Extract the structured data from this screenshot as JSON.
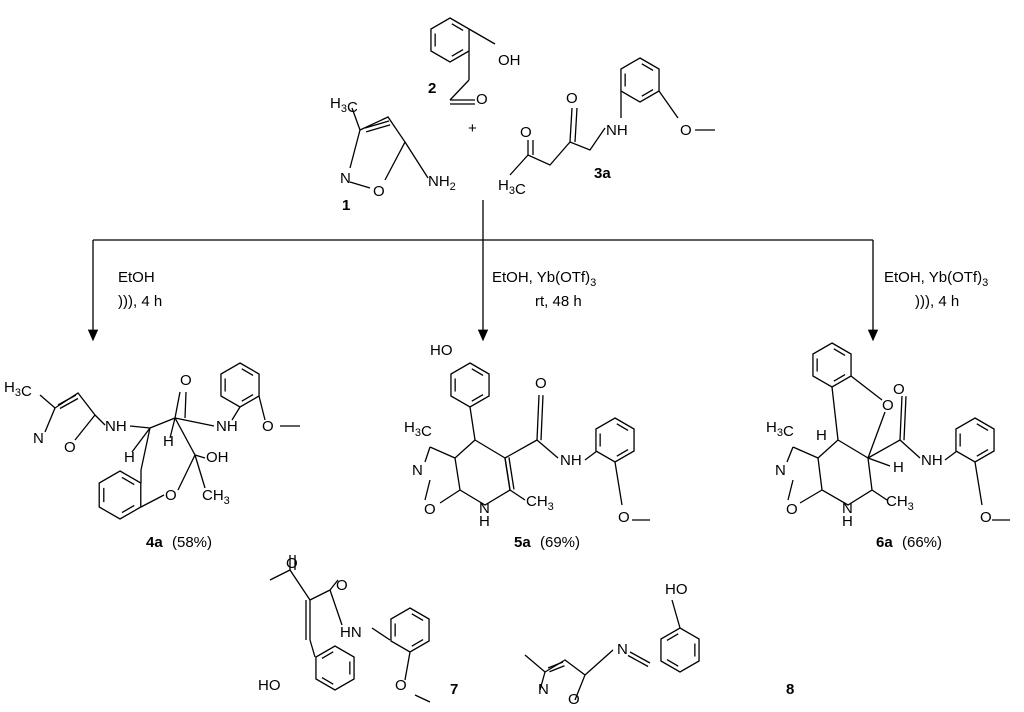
{
  "compounds": {
    "c1": {
      "label": "1",
      "atoms": {
        "methyl": "H3C",
        "n": "N",
        "o": "O",
        "amine": "NH2"
      }
    },
    "c2": {
      "label": "2",
      "atoms": {
        "oh": "OH",
        "o": "O"
      }
    },
    "c3a": {
      "label": "3a",
      "atoms": {
        "methyl": "H3C",
        "o_ketone": "O",
        "o_amide": "O",
        "nh": "NH",
        "o_ether": "O"
      }
    },
    "c4a": {
      "label": "4a",
      "yield": "(58%)",
      "atoms": {
        "methyl": "H3C",
        "n": "N",
        "o": "O",
        "nh": "NH",
        "h1": "H",
        "h2": "H",
        "o_amide": "O",
        "nh_amide": "NH",
        "o_ether": "O",
        "oh": "OH",
        "ch3": "CH3",
        "o_ring": "O"
      }
    },
    "c5a": {
      "label": "5a",
      "yield": "(69%)",
      "atoms": {
        "ho": "HO",
        "methyl": "H3C",
        "n": "N",
        "o": "O",
        "o_amide": "O",
        "nh_amide": "NH",
        "nh": "N",
        "h": "H",
        "ch3": "CH3",
        "o_ether": "O"
      }
    },
    "c6a": {
      "label": "6a",
      "yield": "(66%)",
      "atoms": {
        "methyl": "H3C",
        "n": "N",
        "o": "O",
        "h1": "H",
        "h2": "H",
        "o_bridge": "O",
        "o_amide": "O",
        "nh_amide": "NH",
        "nh": "N",
        "h": "H",
        "ch3": "CH3",
        "o_ether": "O"
      }
    },
    "c7": {
      "label": "7",
      "atoms": {
        "o_ketone": "O",
        "o_amide": "O",
        "hn": "HN",
        "ho": "HO",
        "o_ether": "O"
      }
    },
    "c8": {
      "label": "8",
      "atoms": {
        "oh": "HO",
        "n_imine": "N",
        "n": "N",
        "o": "O"
      }
    }
  },
  "plus": "+",
  "conditions": {
    "left": {
      "line1": "EtOH",
      "line2": "))), 4 h"
    },
    "middle": {
      "line1": "EtOH, Yb(OTf)3",
      "line2": "rt, 48 h"
    },
    "right": {
      "line1": "EtOH, Yb(OTf)3",
      "line2": "))), 4 h"
    }
  }
}
